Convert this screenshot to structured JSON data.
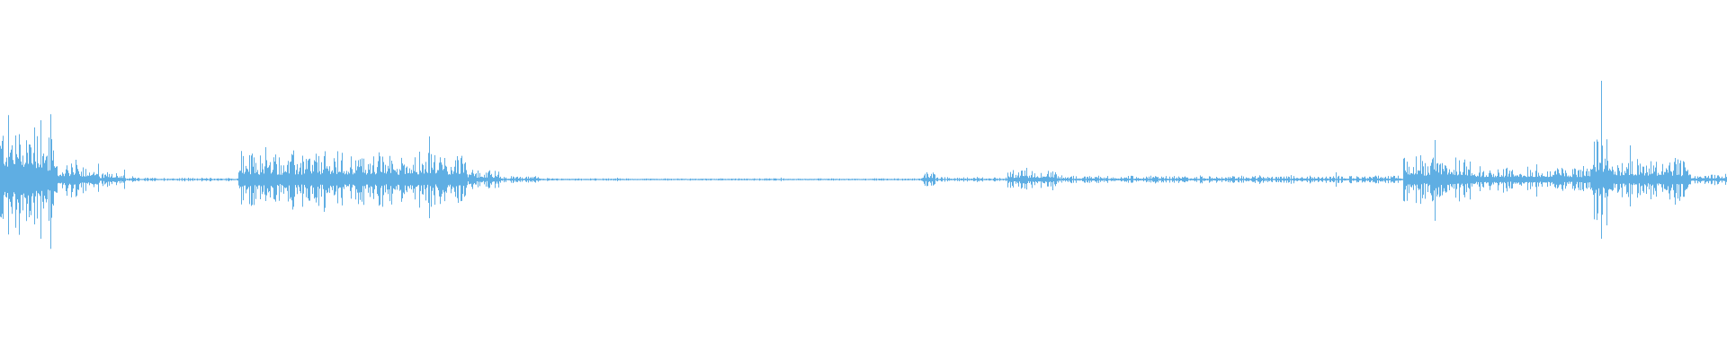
{
  "waveform": {
    "color": "#5faee3",
    "background": "#ffffff",
    "channels": "mono",
    "segments": [
      {
        "name": "burst-1-start",
        "level": 0.55
      },
      {
        "name": "quiet-1",
        "level": 0.02
      },
      {
        "name": "burst-2",
        "level": 0.28
      },
      {
        "name": "quiet-2",
        "level": 0.01
      },
      {
        "name": "burst-3-small",
        "level": 0.06
      },
      {
        "name": "quiet-3",
        "level": 0.02
      },
      {
        "name": "burst-4",
        "level": 0.42
      },
      {
        "name": "burst-5",
        "level": 0.55
      }
    ]
  }
}
